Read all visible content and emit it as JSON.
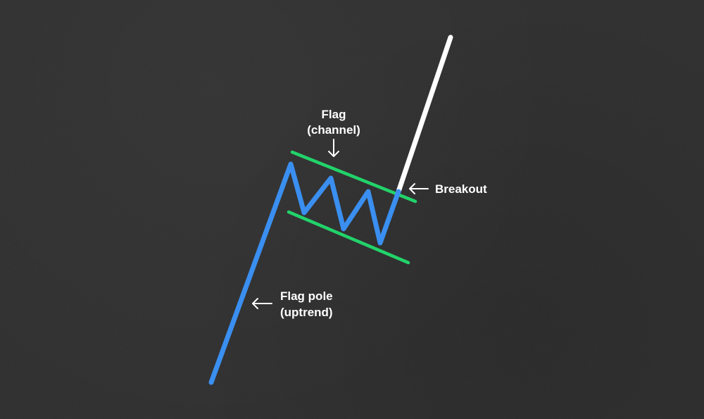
{
  "labels": {
    "flag_line1": "Flag",
    "flag_line2": "(channel)",
    "breakout": "Breakout",
    "pole_line1": "Flag pole",
    "pole_line2": "(uptrend)"
  },
  "colors": {
    "background": "#2e2e2e",
    "price_path": "#3a8ff0",
    "channel_lines": "#22d36a",
    "breakout_line": "#ffffff",
    "text": "#ffffff"
  }
}
